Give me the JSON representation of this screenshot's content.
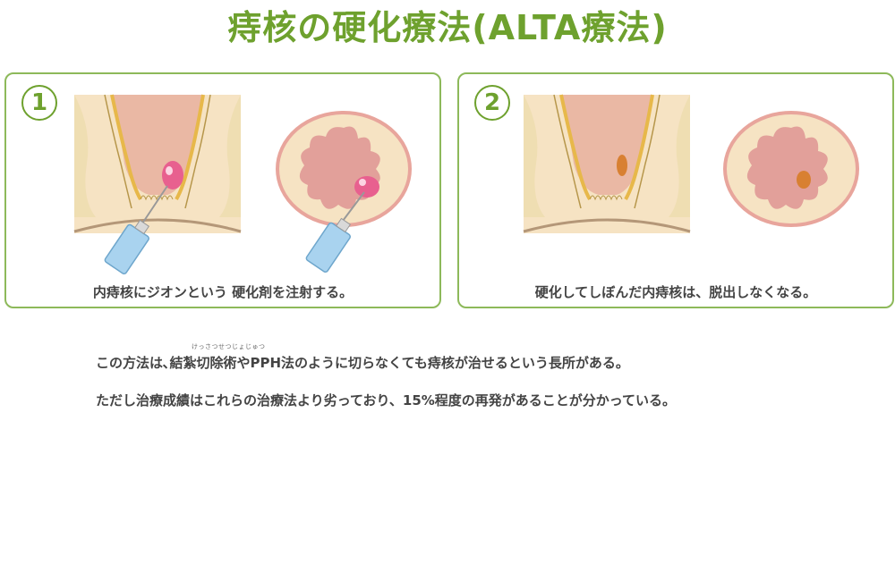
{
  "title": "痔核の硬化療法(ALTA療法)",
  "colors": {
    "accent": "#6ea12e",
    "panel_border": "#8db95a",
    "skin": "#f6e3c3",
    "mucosa": "#eab8a4",
    "wall": "#e7b84a",
    "hemorrhoid": "#e8608f",
    "shrunk": "#d88032",
    "syringe": "#a9d3ef"
  },
  "panels": [
    {
      "number": "1",
      "caption": "内痔核にジオンという 硬化剤を注射する。"
    },
    {
      "number": "2",
      "caption": "硬化してしぼんだ内痔核は、脱出しなくなる。"
    }
  ],
  "notes": {
    "ruby": "けっさつせつじょじゅつ",
    "line1": "この方法は､結紮切除術やPPH法のように切らなくても痔核が治せるという長所がある。",
    "line2": "ただし治療成績はこれらの治療法より劣っており、15%程度の再発があることが分かっている。"
  }
}
